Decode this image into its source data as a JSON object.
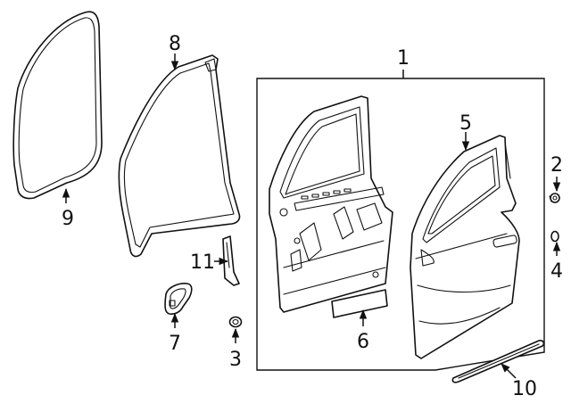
{
  "diagram": {
    "callouts": {
      "c1": "1",
      "c2": "2",
      "c3": "3",
      "c4": "4",
      "c5": "5",
      "c6": "6",
      "c7": "7",
      "c8": "8",
      "c9": "9",
      "c10": "10",
      "c11": "11"
    },
    "colors": {
      "line": "#111111",
      "background": "#ffffff"
    }
  }
}
